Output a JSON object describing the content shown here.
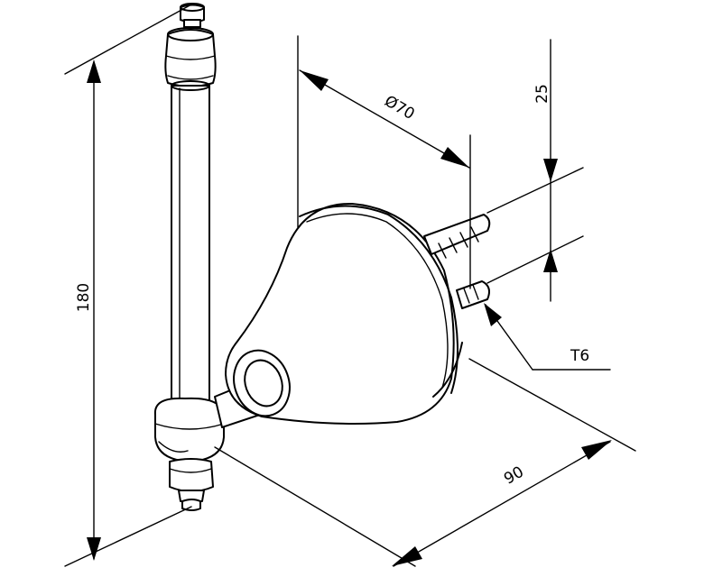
{
  "dimensions": {
    "height": "180",
    "diameter": "Ø70",
    "spacing": "25",
    "screw": "T6",
    "depth": "90"
  }
}
